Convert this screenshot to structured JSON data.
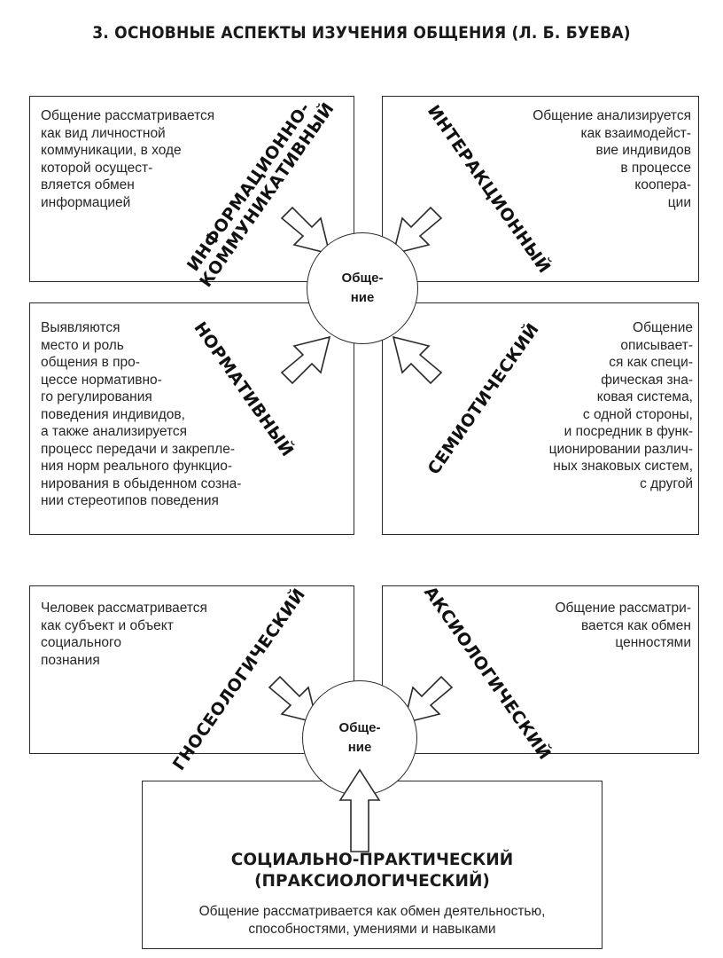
{
  "title": "3. ОСНОВНЫЕ АСПЕКТЫ ИЗУЧЕНИЯ ОБЩЕНИЯ (Л. Б. БУЕВА)",
  "top_group": {
    "center": "Обще-\nние",
    "informational": {
      "label": "ИНФОРМАЦИОННО-\nКОММУНИКАТИВНЫЙ",
      "text": "Общение рассматривается\nкак вид личностной\nкоммуникации, в ходе\nкоторой осущест-\nвляется обмен\nинформацией"
    },
    "interactional": {
      "label": "ИНТЕРАКЦИОННЫЙ",
      "text": "Общение анализируется\nкак взаимодейст-\nвие индивидов\nв процессе\nкоопера-\nции"
    },
    "normative": {
      "label": "НОРМАТИВНЫЙ",
      "text": "Выявляются\nместо и роль\nобщения в про-\nцессе нормативно-\nго регулирования\nповедения индивидов,\nа также анализируется\nпроцесс передачи и закрепле-\nния норм реального функцио-\nнирования в обыденном созна-\nнии стереотипов поведения"
    },
    "semiotic": {
      "label": "СЕМИОТИЧЕСКИЙ",
      "text": "Общение\nописывает-\nся как специ-\nфическая зна-\nковая система,\nс одной стороны,\nи посредник в функ-\nционировании различ-\nных знаковых систем,\nс другой"
    }
  },
  "bottom_group": {
    "center": "Обще-\nние",
    "gnoseological": {
      "label": "ГНОСЕОЛОГИЧЕСКИЙ",
      "text": "Человек рассматривается\nкак субъект и объект\nсоциального\nпознания"
    },
    "axiological": {
      "label": "АКСИОЛОГИЧЕСКИЙ",
      "text": "Общение рассматри-\nвается как обмен\nценностями"
    },
    "praxiological": {
      "label": "СОЦИАЛЬНО-ПРАКТИЧЕСКИЙ\n(ПРАКСИОЛОГИЧЕСКИЙ)",
      "text": "Общение рассматривается как обмен деятельностью,\nспособностями, умениями и навыками"
    }
  }
}
